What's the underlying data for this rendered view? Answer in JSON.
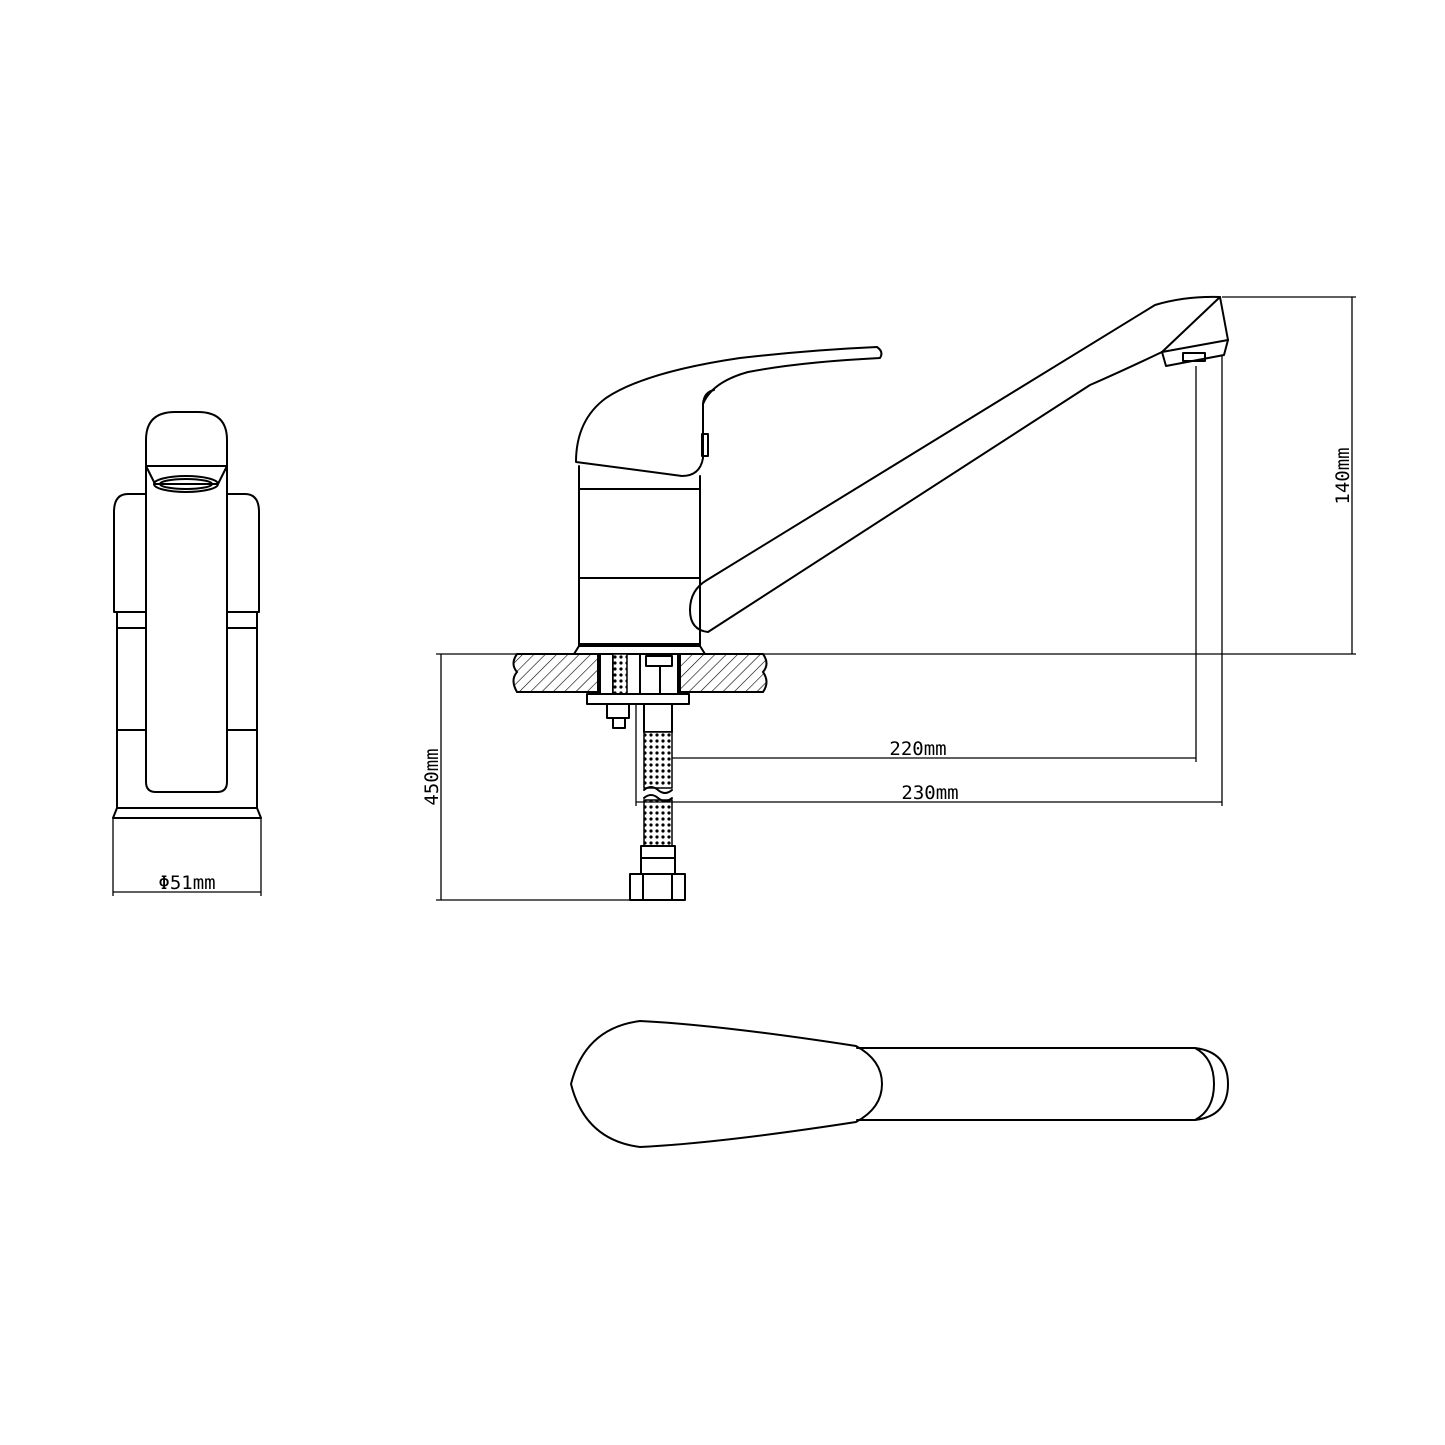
{
  "dimensions": {
    "diameter": "Φ51mm",
    "height": "140mm",
    "hose_length": "450mm",
    "reach_inner": "220mm",
    "reach_outer": "230mm"
  },
  "colors": {
    "line": "#000000",
    "background": "#ffffff"
  }
}
